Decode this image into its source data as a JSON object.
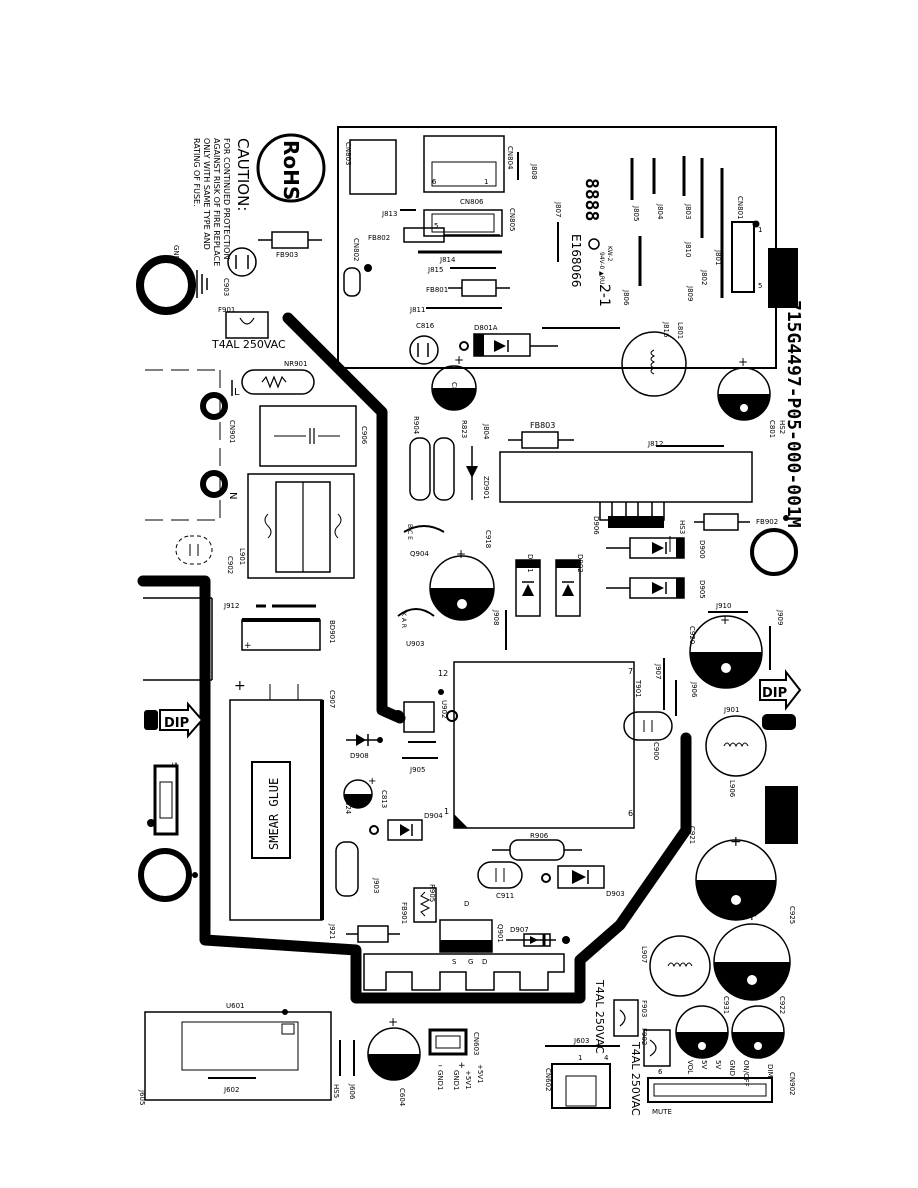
{
  "board": {
    "part_number": "715G4497-P05-000-001M",
    "rohs": "RoHS",
    "caution_title": "CAUTION:",
    "caution_lines": [
      "FOR CONTINUED PROTECTION",
      "AGAINST RISK OF FIRE REPLACE",
      "ONLY WITH SAME TYPE AND",
      "RATING OF FUSE."
    ],
    "fuse_rating_f901": "T4AL 250VAC",
    "fuse_rating_f903": "T4AL 250VAC",
    "fuse_rating_f902": "T4AL 250VAC",
    "smear_glue": "SMEAR GLUE",
    "dip": "DIP",
    "rev": "2-1",
    "ul_mark": "E168066",
    "ul_note": "94V-0 ▲RU",
    "date_code": "8888",
    "ul_prefix": "KW-2"
  },
  "connectors": {
    "cn902_pins": [
      "DIM",
      "ON/OFF",
      "GND",
      "5V",
      "5V",
      "VOL"
    ],
    "cn902_mute": "MUTE",
    "cn902_pin6": "6",
    "cn603_pins": [
      "+5V1",
      "+5V1",
      "GND1",
      "GND1"
    ],
    "cn603_plus": "+",
    "cn603_minus": "–"
  },
  "labels": {
    "gnd1": "GND1",
    "fb903": "FB903",
    "c903": "C903",
    "f901": "F901",
    "nr901": "NR901",
    "l": "L",
    "n": "N",
    "cn901": "CN901",
    "c906": "C906",
    "l901": "L901",
    "c902": "C902",
    "j912": "J912",
    "bd901": "BD901",
    "cn801": "CN801",
    "c907": "C907",
    "cn604": "CN604",
    "r824": "R824",
    "c813": "C813",
    "d908": "D908",
    "d904": "D904",
    "j903": "J903",
    "j921": "J921",
    "fb901": "FB901",
    "r905": "R905",
    "d": "D",
    "hs1": "HS1",
    "q901": "Q901",
    "d907": "D907",
    "u601": "U601",
    "j602": "J602",
    "j605": "J605",
    "hs5": "HS5",
    "j606": "J606",
    "c604": "C604",
    "cn603": "CN603",
    "j603": "J603",
    "cn602": "CN602",
    "f903": "F903",
    "f902": "F902",
    "cn902": "CN902",
    "c931": "C931",
    "c922": "C922",
    "l907": "L907",
    "c925": "C925",
    "c921": "C921",
    "l906": "L906",
    "j901": "J901",
    "c900": "C900",
    "t901": "T901",
    "r906": "R906",
    "c911": "C911",
    "d903": "D903",
    "u902": "U902",
    "j905": "J905",
    "u903": "U903",
    "j908": "J908",
    "d901": "D901",
    "d902": "D902",
    "c918": "C918",
    "q904": "Q904",
    "zd901": "ZD901",
    "r904": "R904",
    "r823": "R823",
    "j804": "J804",
    "fb803": "FB803",
    "c809": "C809",
    "c816": "C816",
    "d801a": "D801A",
    "j811": "J811",
    "fb801": "FB801",
    "j815": "J815",
    "j814": "J814",
    "fb802": "FB802",
    "cn802": "CN802",
    "j813": "J813",
    "cn803": "CN803",
    "cn804": "CN804",
    "j808": "J808",
    "cn806": "CN806",
    "cn805": "CN805",
    "j807": "J807",
    "j805": "J805",
    "j804b": "J804",
    "j803": "J803",
    "cn801b": "CN801",
    "j810": "J810",
    "j801": "J801",
    "j802": "J802",
    "j809": "J809",
    "j806": "J806",
    "l801": "L801",
    "j816": "J816",
    "c801": "C801",
    "hs2": "HS2",
    "j812": "J812",
    "fb902": "FB902",
    "d900": "D900",
    "d905": "D905",
    "hs3": "HS3",
    "d906": "D906",
    "j910": "J910",
    "j909": "J909",
    "c920": "C920",
    "j907": "J907",
    "j906": "J906",
    "pin1": "1",
    "pin5": "5",
    "pin6": "6",
    "pin7": "7",
    "pin12": "12",
    "pin4": "4",
    "bce": "B C E",
    "kar": "K A R",
    "plus": "+",
    "s": "S",
    "g": "G",
    "dpin": "D"
  }
}
